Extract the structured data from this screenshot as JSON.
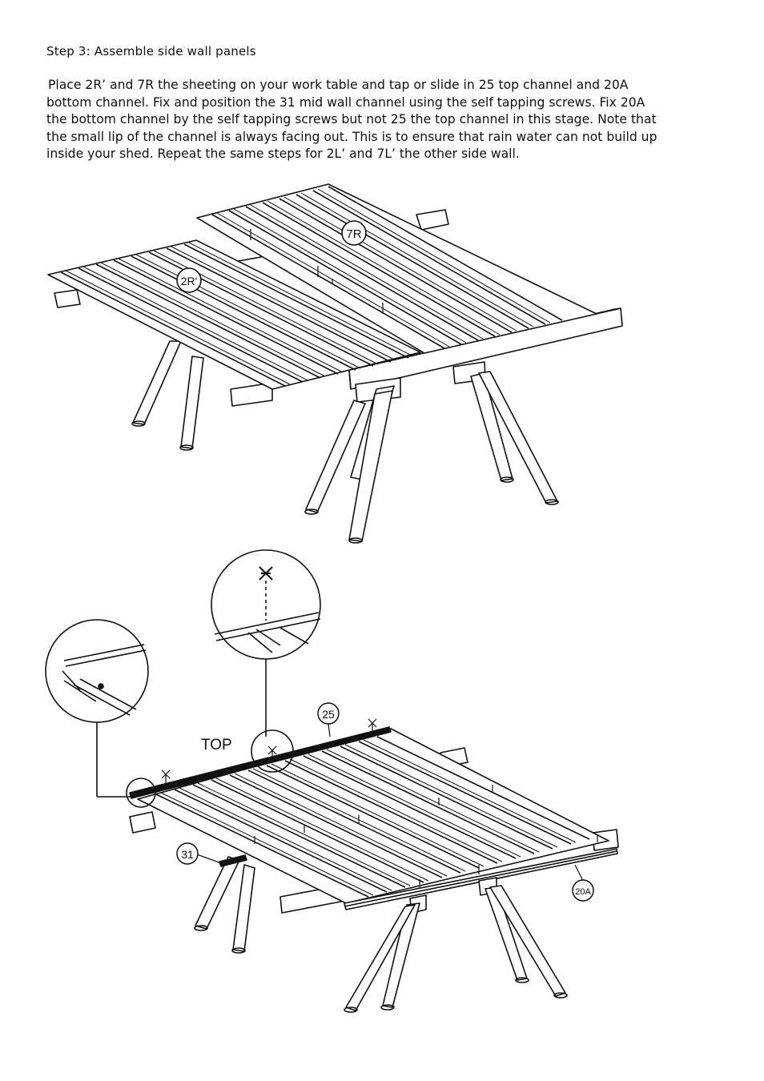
{
  "heading": "Step 3: Assemble side wall panels",
  "paragraph_lines": [
    "Place 2R’ and 7R the sheeting on your work table and tap or slide in 25 top channel and 20A",
    "bottom channel. Fix and position the 31 mid wall channel using the self tapping screws. Fix 20A",
    "the bottom channel by the self tapping screws but not 25 the top channel in this stage. Note that",
    "the small lip of the channel is always facing out. This is to ensure that rain water can not build up",
    "inside your shed. Repeat the same steps for 2L’ and 7L’ the other side wall."
  ],
  "figure1": {
    "labels": {
      "panel_7r": "7R",
      "panel_2r": "2R'"
    }
  },
  "figure2": {
    "labels": {
      "top": "TOP",
      "part_25": "25",
      "part_31": "31",
      "part_20a": "20A"
    }
  }
}
